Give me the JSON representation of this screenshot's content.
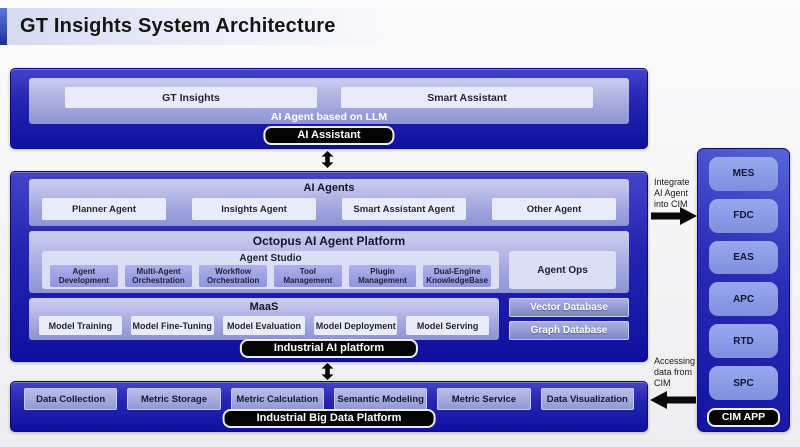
{
  "page": {
    "title": "GT Insights System Architecture"
  },
  "top_section": {
    "apps": [
      "GT Insights",
      "Smart Assistant"
    ],
    "caption": "AI Agent based on LLM",
    "badge": "AI Assistant"
  },
  "middle_section": {
    "title": "AI Agents",
    "agents": [
      "Planner Agent",
      "Insights Agent",
      "Smart Assistant Agent",
      "Other Agent"
    ],
    "platform": {
      "title": "Octopus AI Agent Platform",
      "agent_studio": {
        "title": "Agent Studio",
        "modules": [
          "Agent Development",
          "Multi-Agent Orchestration",
          "Workflow Orchestration",
          "Tool Management",
          "Plugin Management",
          "Dual-Engine KnowledgeBase"
        ]
      },
      "agent_ops": "Agent Ops"
    },
    "maas": {
      "title": "MaaS",
      "modules": [
        "Model Training",
        "Model Fine-Tuning",
        "Model Evaluation",
        "Model Deployment",
        "Model Serving"
      ]
    },
    "databases": [
      "Vector Database",
      "Graph Database"
    ],
    "badge": "Industrial AI platform"
  },
  "bottom_section": {
    "modules": [
      "Data Collection",
      "Metric Storage",
      "Metric Calculation",
      "Semantic Modeling",
      "Metric Service",
      "Data Visualization"
    ],
    "badge": "Industrial Big Data Platform"
  },
  "cim_panel": {
    "apps": [
      "MES",
      "FDC",
      "EAS",
      "APC",
      "RTD",
      "SPC"
    ],
    "badge": "CIM APP"
  },
  "annotations": {
    "integrate": "Integrate AI Agent into CIM",
    "accessing": "Accessing data from CIM"
  },
  "colors": {
    "section_blue_light": "#4343ca",
    "section_blue_dark": "#1010a0",
    "group_lavender": "#a7abdf",
    "chip_white": "#eaebf8",
    "chip_purple": "#9a9ee0",
    "cim_chip_blue": "#8c9de8",
    "badge_black": "#040404",
    "title_accent": "#1c2f9e"
  }
}
